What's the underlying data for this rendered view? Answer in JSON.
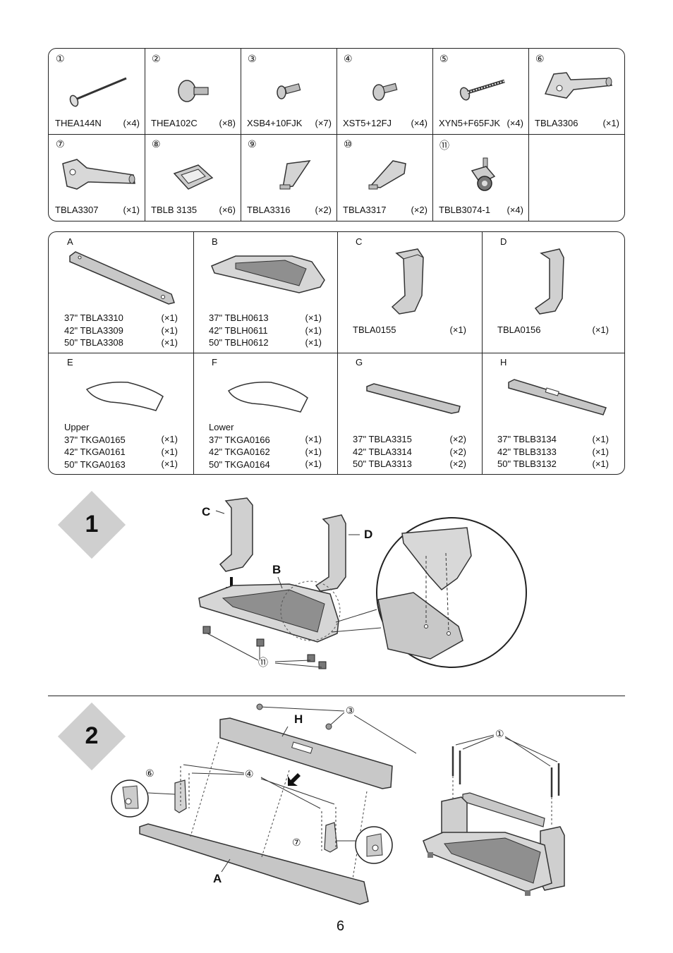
{
  "hardware": [
    {
      "num": "①",
      "code": "THEA144N",
      "qty": "(×4)",
      "icon": "long-bolt-icon"
    },
    {
      "num": "②",
      "code": "THEA102C",
      "qty": "(×8)",
      "icon": "thumb-screw-icon"
    },
    {
      "num": "③",
      "code": "XSB4+10FJK",
      "qty": "(×7)",
      "icon": "short-screw-icon"
    },
    {
      "num": "④",
      "code": "XST5+12FJ",
      "qty": "(×4)",
      "icon": "flange-screw-icon"
    },
    {
      "num": "⑤",
      "code": "XYN5+F65FJK",
      "qty": "(×4)",
      "icon": "long-screw-icon"
    },
    {
      "num": "⑥",
      "code": "TBLA3306",
      "qty": "(×1)",
      "icon": "bracket-left-icon"
    },
    {
      "num": "⑦",
      "code": "TBLA3307",
      "qty": "(×1)",
      "icon": "bracket-right-icon"
    },
    {
      "num": "⑧",
      "code": "TBLB 3135",
      "qty": "(×6)",
      "icon": "clip-icon"
    },
    {
      "num": "⑨",
      "code": "TBLA3316",
      "qty": "(×2)",
      "icon": "cover-left-icon"
    },
    {
      "num": "⑩",
      "code": "TBLA3317",
      "qty": "(×2)",
      "icon": "cover-right-icon"
    },
    {
      "num": "⑪",
      "code": "TBLB3074-1",
      "qty": "(×4)",
      "icon": "caster-icon"
    }
  ],
  "parts": [
    {
      "letter": "A",
      "variants": [
        "37\" TBLA3310",
        "42\" TBLA3309",
        "50\" TBLA3308"
      ],
      "qtys": [
        "(×1)",
        "(×1)",
        "(×1)"
      ]
    },
    {
      "letter": "B",
      "variants": [
        "37\" TBLH0613",
        "42\" TBLH0611",
        "50\" TBLH0612"
      ],
      "qtys": [
        "(×1)",
        "(×1)",
        "(×1)"
      ]
    },
    {
      "letter": "C",
      "variants": [
        "TBLA0155"
      ],
      "qtys": [
        "(×1)"
      ]
    },
    {
      "letter": "D",
      "variants": [
        "TBLA0156"
      ],
      "qtys": [
        "(×1)"
      ]
    },
    {
      "letter": "E",
      "variants": [
        "Upper",
        "37\" TKGA0165",
        "42\" TKGA0161",
        "50\" TKGA0163"
      ],
      "qtys": [
        "(×1)",
        "(×1)",
        "(×1)"
      ]
    },
    {
      "letter": "F",
      "variants": [
        "Lower",
        "37\" TKGA0166",
        "42\" TKGA0162",
        "50\" TKGA0164"
      ],
      "qtys": [
        "(×1)",
        "(×1)",
        "(×1)"
      ]
    },
    {
      "letter": "G",
      "variants": [
        "37\" TBLA3315",
        "42\" TBLA3314",
        "50\" TBLA3313"
      ],
      "qtys": [
        "(×2)",
        "(×2)",
        "(×2)"
      ]
    },
    {
      "letter": "H",
      "variants": [
        "37\" TBLB3134",
        "42\" TBLB3133",
        "50\" TBLB3132"
      ],
      "qtys": [
        "(×1)",
        "(×1)",
        "(×1)"
      ]
    }
  ],
  "step1": {
    "number": "1",
    "labels": {
      "c": "C",
      "d": "D",
      "b": "B",
      "caster": "⑪"
    }
  },
  "step2": {
    "number": "2",
    "labels": {
      "h": "H",
      "a": "A",
      "screw3": "③",
      "screw4": "④",
      "bracket6": "⑥",
      "bracket7": "⑦",
      "bolt1": "①"
    }
  },
  "page_number": "6"
}
